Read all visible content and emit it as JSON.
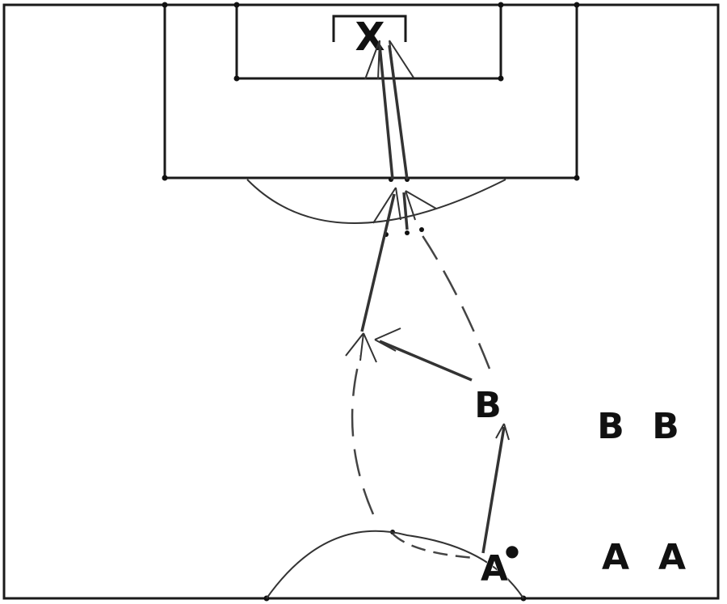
{
  "diagram": {
    "target_label": "X",
    "players": {
      "attacker_with_ball": "A",
      "ball_marker": "●",
      "attacker_queue_1": "A",
      "attacker_queue_2": "A",
      "support_player": "B",
      "support_queue_1": "B",
      "support_queue_2": "B"
    },
    "colors": {
      "lines": "#1a1a1a",
      "background": "#ffffff"
    }
  }
}
